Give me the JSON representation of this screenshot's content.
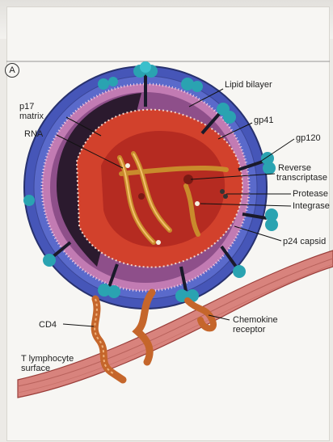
{
  "figure": {
    "panel": "A",
    "labels": {
      "lipid_bilayer": "Lipid bilayer",
      "p17_matrix_line1": "p17",
      "p17_matrix_line2": "matrix",
      "gp41": "gp41",
      "gp120": "gp120",
      "rna": "RNA",
      "reverse_line1": "Reverse",
      "reverse_line2": "transcriptase",
      "protease": "Protease",
      "integrase": "Integrase",
      "p24_capsid": "p24 capsid",
      "cd4": "CD4",
      "chemokine_line1": "Chemokine",
      "chemokine_line2": "receptor",
      "t_cell_line1": "T lymphocyte",
      "t_cell_line2": "surface"
    },
    "colors": {
      "membrane": "#4656b8",
      "matrix": "#c27bb3",
      "capsid": "#d2412c",
      "core": "#b52b21",
      "glycoprotein": "#2aa3b1",
      "cell_surface": "#d9867f"
    }
  }
}
